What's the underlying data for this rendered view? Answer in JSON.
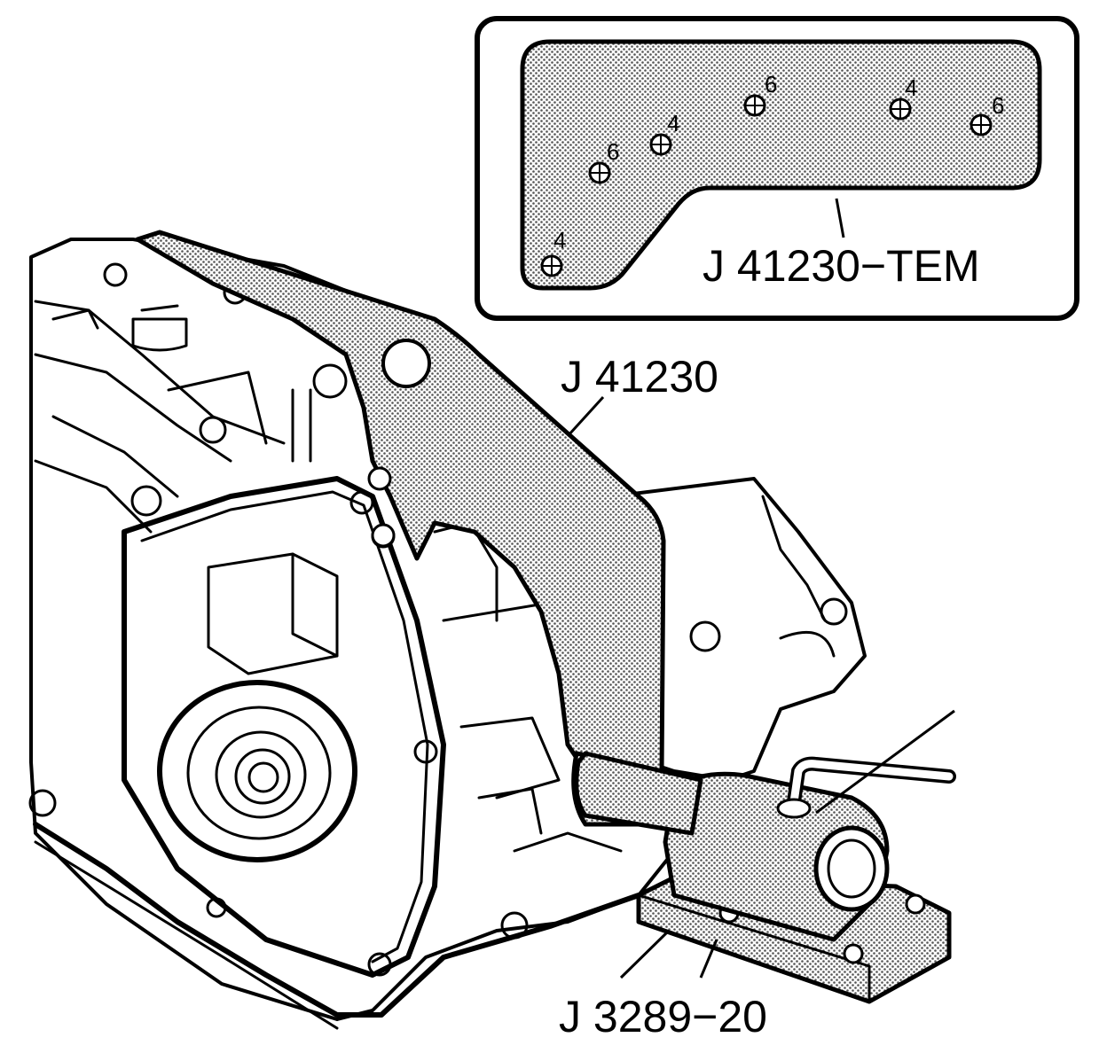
{
  "callouts": {
    "template": "J 41230−TEM",
    "fixture": "J 41230",
    "adapter": "J 3289−20"
  },
  "template_bolt_labels": [
    "4",
    "6",
    "4",
    "6",
    "4",
    "6"
  ],
  "colors": {
    "ink": "#000000",
    "paper": "#ffffff",
    "halftone": "#8a8a8a"
  }
}
